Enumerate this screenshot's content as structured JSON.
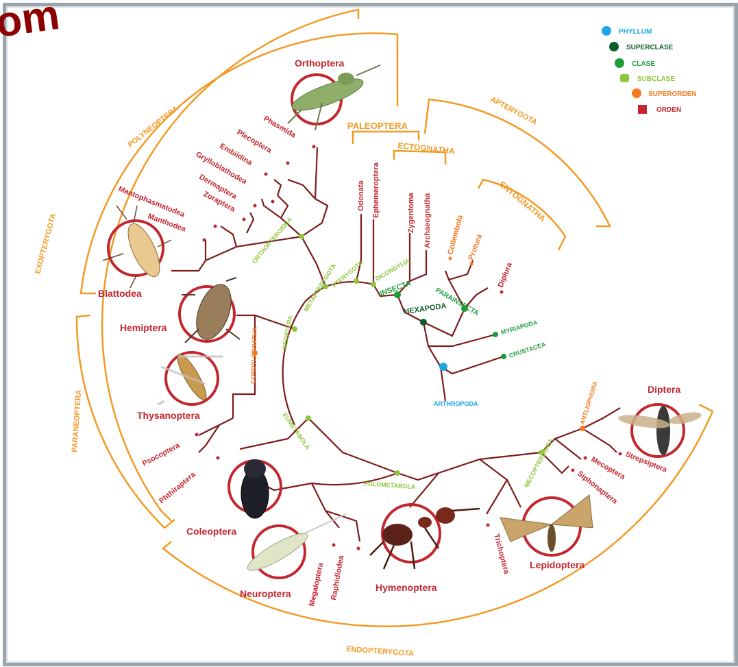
{
  "watermark": "om",
  "legend": [
    {
      "label": "PHYLLUM",
      "color": "#1ea7e6",
      "shape": "circle"
    },
    {
      "label": "SUPERCLASE",
      "color": "#0b5e2a",
      "shape": "circle"
    },
    {
      "label": "CLASE",
      "color": "#1e9c3c",
      "shape": "circle"
    },
    {
      "label": "SUBCLASE",
      "color": "#8dc63f",
      "shape": "square"
    },
    {
      "label": "SUPERORDEN",
      "color": "#f47a20",
      "shape": "circle"
    },
    {
      "label": "ORDEN",
      "color": "#c4262e",
      "shape": "square"
    }
  ],
  "groups": {
    "exopterygota": "EXOPTERYGOTA",
    "polyneoptera": "POLYNEOPTERA",
    "paleoptera": "PALEOPTERA",
    "ectognatha": "ECTOGNATHA",
    "apterygota": "APTERYGOTA",
    "entognatha": "ENTOGNATHA",
    "paraneoptera": "PARANEOPTERA",
    "endopterygota": "ENDOPTERYGOTA"
  },
  "nodes": {
    "arthropoda": "ARTHROPODA",
    "crustacea": "CRUSTACEA",
    "myriapoda": "MYRIAPODA",
    "hexapoda": "HEXAPODA",
    "insecta": "INSECTA",
    "parainsecta": "PARAINSECTA",
    "dicondylia": "DICONDYLIA",
    "pterygota": "PTERYGOTA",
    "metapterygota": "METAPTERYGOTA",
    "neoptera": "NEOPTERA",
    "orthopteroidea": "ORTHOPTEROIDEA",
    "condylognatha": "CONDYLOGNATHA",
    "eumetabola": "EUMETABOLA",
    "holometabola": "HOLOMETABOLA",
    "mecopteroidea": "MECOPTEROIDEA",
    "antliophora": "ANTLIOPHORA"
  },
  "orders_big": {
    "orthoptera": "Orthoptera",
    "blattodea": "Blattodea",
    "hemiptera": "Hemiptera",
    "thysanoptera": "Thysanoptera",
    "coleoptera": "Coleoptera",
    "neuroptera": "Neuroptera",
    "hymenoptera": "Hymenoptera",
    "lepidoptera": "Lepidoptera",
    "diptera": "Diptera"
  },
  "orders_small": {
    "phasmida": "Phasmida",
    "plecoptera": "Plecoptera",
    "embiidina": "Embiidina",
    "grylloblathodea": "Grylloblathodea",
    "dermaptera": "Dermaptera",
    "zoraptera": "Zoraptera",
    "mantophasmatodea": "Mantophasmatodea",
    "manthodea": "Manthodea",
    "odonata": "Odonata",
    "ephemeroptera": "Ephemeroptera",
    "zygentoma": "Zygentoma",
    "archaeognatha": "Archaeognatha",
    "collembola": "Collembola",
    "protura": "Protura",
    "diplura": "Diplura",
    "psocoptera": "Psocoptera",
    "phthiraptera": "Phthiraptera",
    "megaloptera": "Megaloptera",
    "raphidiodea": "Raphidiodea",
    "trichoptera": "Trichoptera",
    "siphonaptera": "Siphonaptera",
    "mecoptera": "Mecoptera",
    "strepsiptera": "Strepsiptera"
  }
}
